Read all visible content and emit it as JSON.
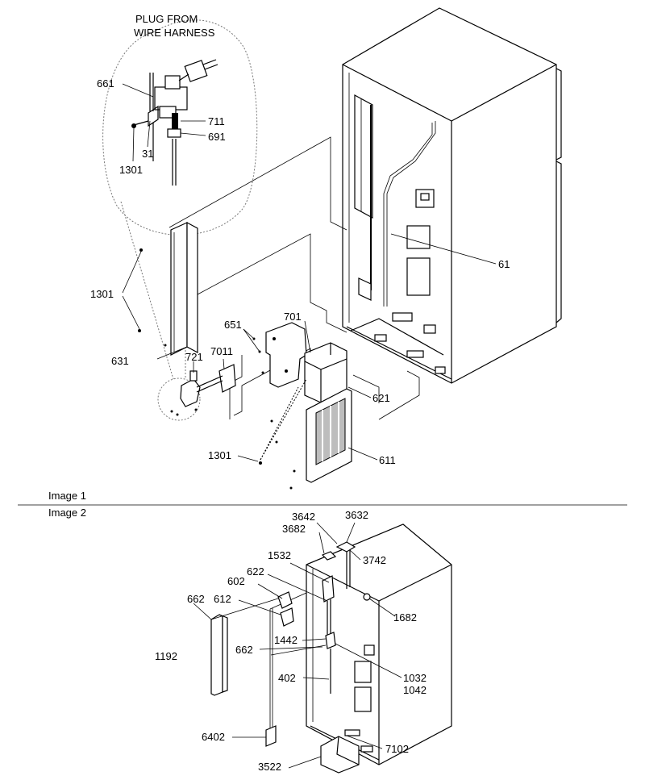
{
  "image1": {
    "caption": "Image 1",
    "callouts": {
      "plug_line1": "PLUG FROM",
      "plug_line2": "WIRE HARNESS",
      "p661": "661",
      "p711": "711",
      "p691": "691",
      "p31": "31",
      "p1301_detail": "1301",
      "p61": "61",
      "p1301_left": "1301",
      "p651": "651",
      "p701": "701",
      "p631": "631",
      "p721": "721",
      "p7011": "7011",
      "p621": "621",
      "p1301_bottom": "1301",
      "p611": "611"
    }
  },
  "image2": {
    "caption": "Image 2",
    "callouts": {
      "p3642": "3642",
      "p3632": "3632",
      "p3682": "3682",
      "p3742": "3742",
      "p1532": "1532",
      "p622": "622",
      "p602": "602",
      "p662_top": "662",
      "p612": "612",
      "p1682": "1682",
      "p1442": "1442",
      "p662_mid": "662",
      "p1192": "1192",
      "p1032": "1032",
      "p1042": "1042",
      "p402": "402",
      "p6402": "6402",
      "p7102": "7102",
      "p3522": "3522"
    }
  }
}
